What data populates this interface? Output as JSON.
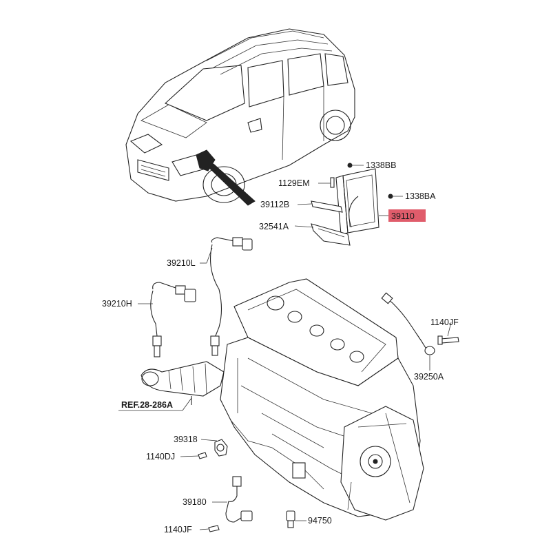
{
  "callouts": {
    "c1338BB": "1338BB",
    "c1129EM": "1129EM",
    "c1338BA": "1338BA",
    "c39112B": "39112B",
    "c39110": "39110",
    "c32541A": "32541A",
    "c39210L": "39210L",
    "c39210H": "39210H",
    "c1140JF_top": "1140JF",
    "c39250A": "39250A",
    "ref": "REF.28-286A",
    "c39318": "39318",
    "c1140DJ": "1140DJ",
    "c39180": "39180",
    "c1140JF_bottom": "1140JF",
    "c94750": "94750"
  },
  "colors": {
    "highlight": "#e05c6b",
    "line": "#222222"
  }
}
